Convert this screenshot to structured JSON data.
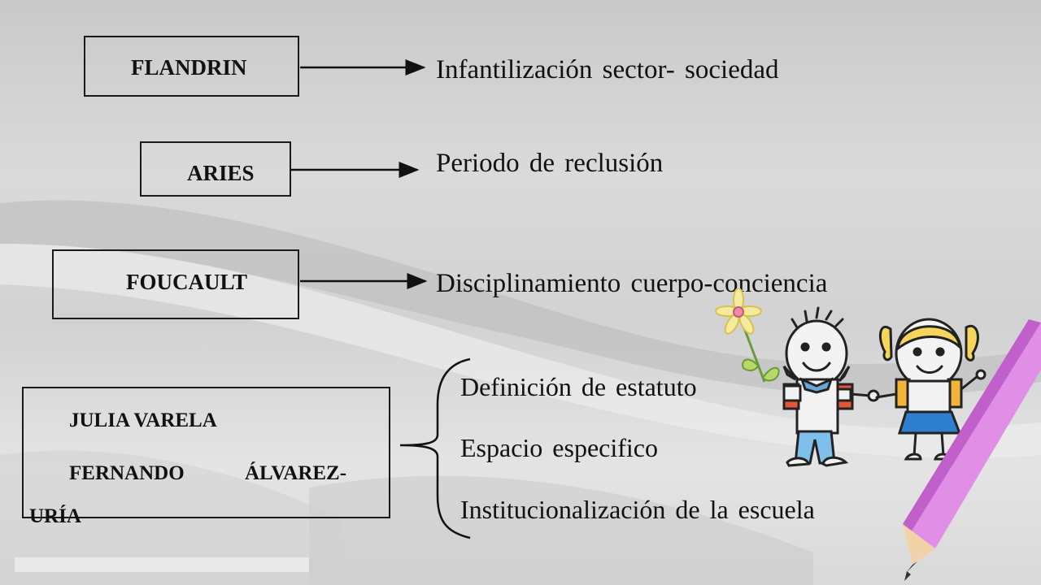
{
  "diagram": {
    "rows": [
      {
        "author": "FLANDRIN",
        "concept": "Infantilización sector- sociedad"
      },
      {
        "author": "ARIES",
        "concept": "Periodo de reclusión"
      },
      {
        "author": "FOUCAULT",
        "concept": "Disciplinamiento cuerpo-conciencia"
      }
    ],
    "group": {
      "authors_line1": "JULIA VARELA",
      "authors_line2_a": "FERNANDO",
      "authors_line2_b": "ÁLVAREZ-",
      "authors_line3": "URÍA",
      "items": [
        "Definición de estatuto",
        "Espacio especifico",
        "Institucionalización de la escuela"
      ]
    }
  },
  "illustration": {
    "icons": [
      "flower-icon",
      "boy-icon",
      "girl-icon",
      "pencil-icon"
    ]
  }
}
